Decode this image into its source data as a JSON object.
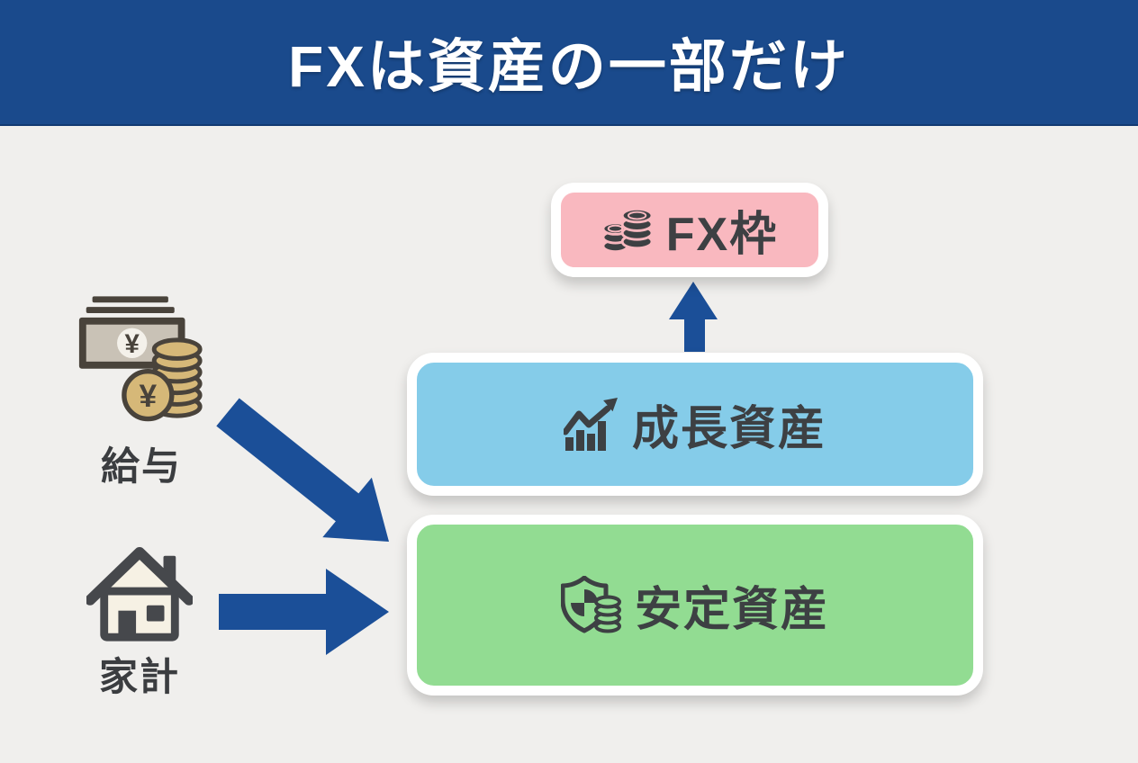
{
  "title": "FXは資産の一部だけ",
  "sources": [
    {
      "id": "salary",
      "label": "給与",
      "icon": "banknote-coins-icon"
    },
    {
      "id": "household",
      "label": "家計",
      "icon": "house-icon"
    }
  ],
  "boxes": [
    {
      "id": "fx",
      "label": "FX枠",
      "icon": "coin-stacks-icon",
      "fill": "#f9b8bf"
    },
    {
      "id": "growth",
      "label": "成長資産",
      "icon": "growth-chart-icon",
      "fill": "#85cce9"
    },
    {
      "id": "stable",
      "label": "安定資産",
      "icon": "shield-coins-icon",
      "fill": "#92dc92"
    }
  ],
  "arrows": [
    {
      "id": "salary-to-assets",
      "direction": "diagonal-down-right"
    },
    {
      "id": "household-to-stable",
      "direction": "right"
    },
    {
      "id": "growth-to-fx",
      "direction": "up"
    }
  ],
  "glyphs": {
    "yen": "¥"
  },
  "colors": {
    "header_bg": "#1a4a8c",
    "header_text": "#ffffff",
    "arrow": "#1b4f98",
    "background": "#f0efed",
    "text_dark": "#3d4043",
    "fx_box": "#f9b8bf",
    "growth_box": "#85cce9",
    "stable_box": "#92dc92",
    "coin_gold": "#d6b878",
    "banknote_fill": "#c9c2b6",
    "house_fill": "#f6f1e4"
  }
}
